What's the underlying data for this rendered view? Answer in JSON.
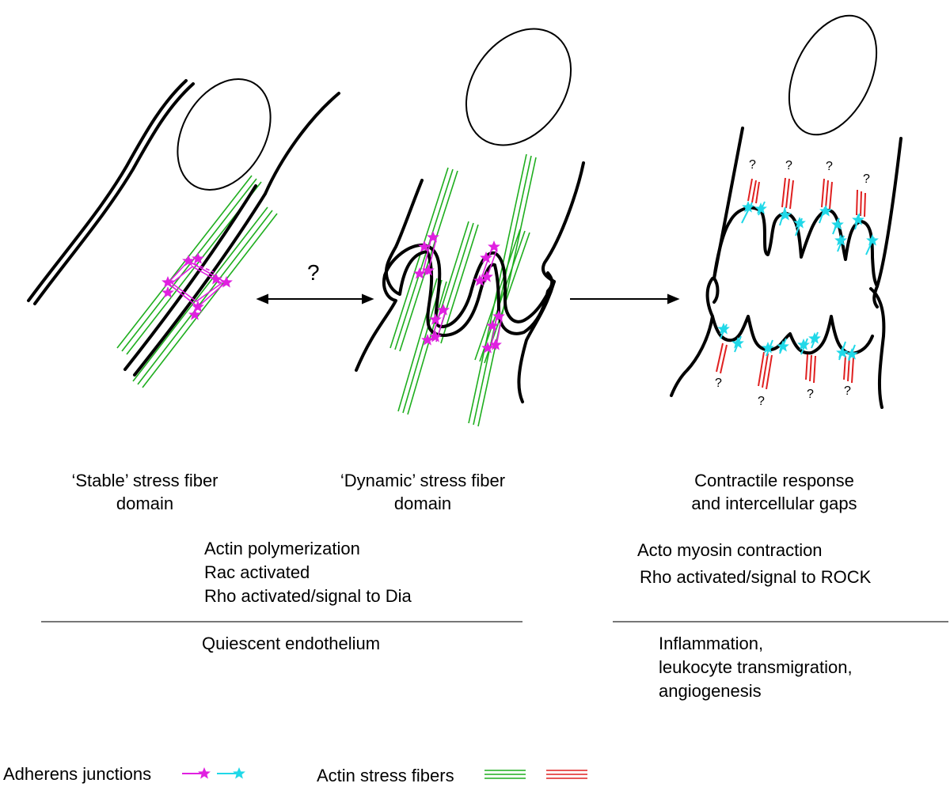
{
  "diagram": {
    "question_mark": "?",
    "panels": {
      "stable": {
        "caption_line1": "‘Stable’ stress fiber",
        "caption_line2": "domain"
      },
      "dynamic": {
        "caption_line1": "‘Dynamic’ stress fiber",
        "caption_line2": "domain"
      },
      "contractile": {
        "caption_line1": "Contractile response",
        "caption_line2": "and intercellular gaps"
      }
    },
    "mechanisms_left": [
      "Actin polymerization",
      "Rac activated",
      "Rho activated/signal to Dia"
    ],
    "mechanisms_right": [
      "Acto myosin contraction",
      "Rho activated/signal to ROCK"
    ],
    "outcome_left": "Quiescent endothelium",
    "outcome_right": [
      "Inflammation,",
      "leukocyte transmigration,",
      "angiogenesis"
    ],
    "legend": {
      "adherens_label": "Adherens junctions",
      "stress_fibers_label": "Actin stress fibers"
    },
    "colors": {
      "adherens_magenta": "#e020e0",
      "adherens_cyan": "#20d8e8",
      "fiber_green": "#1fae1f",
      "fiber_red": "#e02020",
      "membrane": "#000000",
      "rule": "#777777"
    }
  }
}
